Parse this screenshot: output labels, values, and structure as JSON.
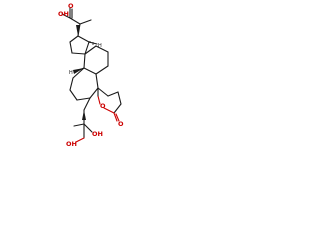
{
  "molecule": {
    "atom_labels": {
      "acid_top": "O",
      "acid_oh": "OH",
      "ring_oxygen": "O",
      "lactone_carbonyl": "O",
      "side_oh": "OH",
      "hydroxymethyl_oh": "OH"
    },
    "stereo_h_labels": {
      "h1": "H",
      "h2": "H"
    },
    "colors": {
      "bond": "#1a1a1a",
      "heteroatom": "#cc0000",
      "background": "#ffffff"
    }
  }
}
